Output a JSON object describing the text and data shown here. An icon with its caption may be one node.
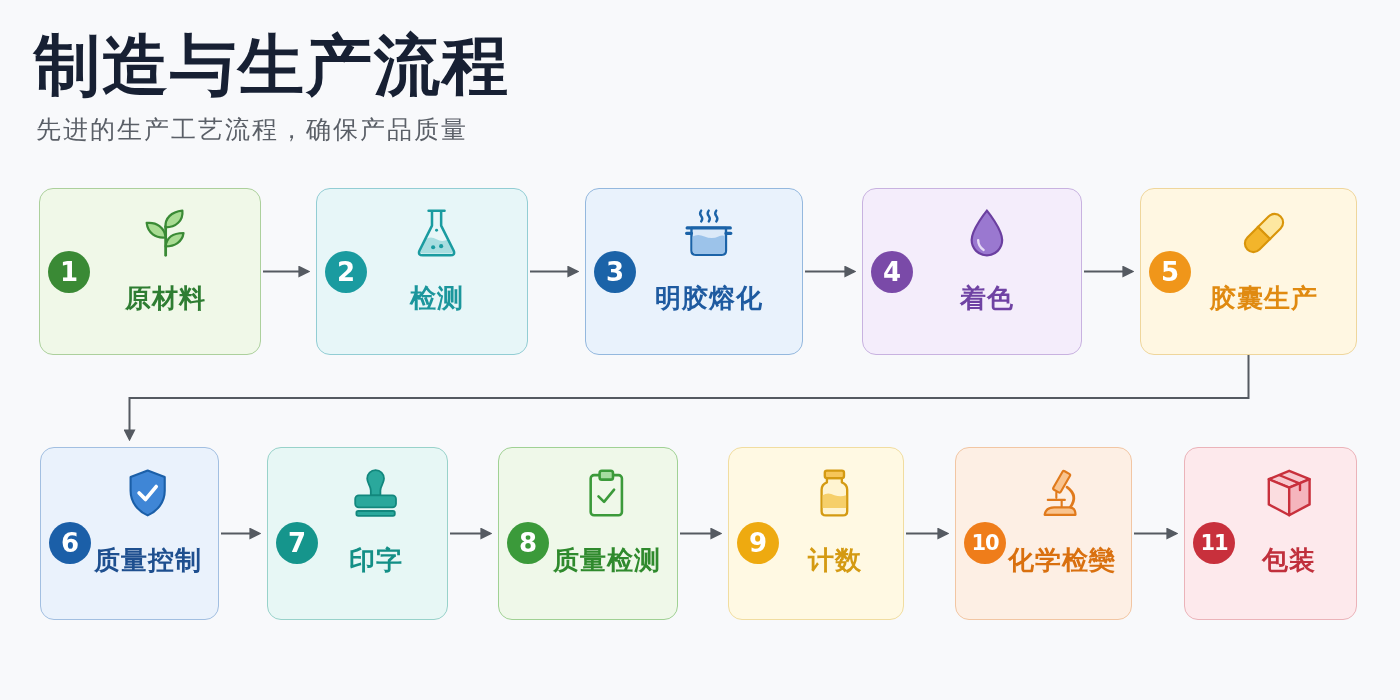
{
  "diagram": {
    "title": "制造与生产流程",
    "nodes": [
      {
        "text": [
          "1",
          "原材料"
        ]
      },
      {
        "text": [
          "2",
          "检测"
        ]
      },
      {
        "text": [
          "3",
          "明胶熔化"
        ]
      },
      {
        "text": [
          "4",
          "着色"
        ]
      },
      {
        "text": [
          "5",
          "胶囊生产"
        ]
      },
      {
        "text": [
          "6",
          "质量控制"
        ]
      },
      {
        "text": [
          "7",
          "印字"
        ]
      },
      {
        "text": [
          "8",
          "质量检测"
        ]
      },
      {
        "text": [
          "9",
          "计数"
        ]
      },
      {
        "text": [
          "10",
          "化学检奱"
        ]
      },
      {
        "text": [
          "11",
          "包装"
        ]
      }
    ],
    "edges": [
      {
        "from": 0,
        "to": 1,
        "arrow": "to"
      },
      {
        "from": 1,
        "to": 2,
        "arrow": "to"
      },
      {
        "from": 2,
        "to": 3,
        "arrow": "to"
      },
      {
        "from": 3,
        "to": 4,
        "arrow": "to"
      },
      {
        "from": 4,
        "to": 5,
        "arrow": "to"
      },
      {
        "from": 5,
        "to": 6,
        "arrow": "to"
      },
      {
        "from": 6,
        "to": 7,
        "arrow": "to"
      },
      {
        "from": 7,
        "to": 8,
        "arrow": "to"
      },
      {
        "from": 8,
        "to": 9,
        "arrow": "to"
      },
      {
        "from": 9,
        "to": 10,
        "arrow": "to"
      }
    ],
    "labels": [
      "先进的生产工艺流程，确保产品质量"
    ]
  }
}
